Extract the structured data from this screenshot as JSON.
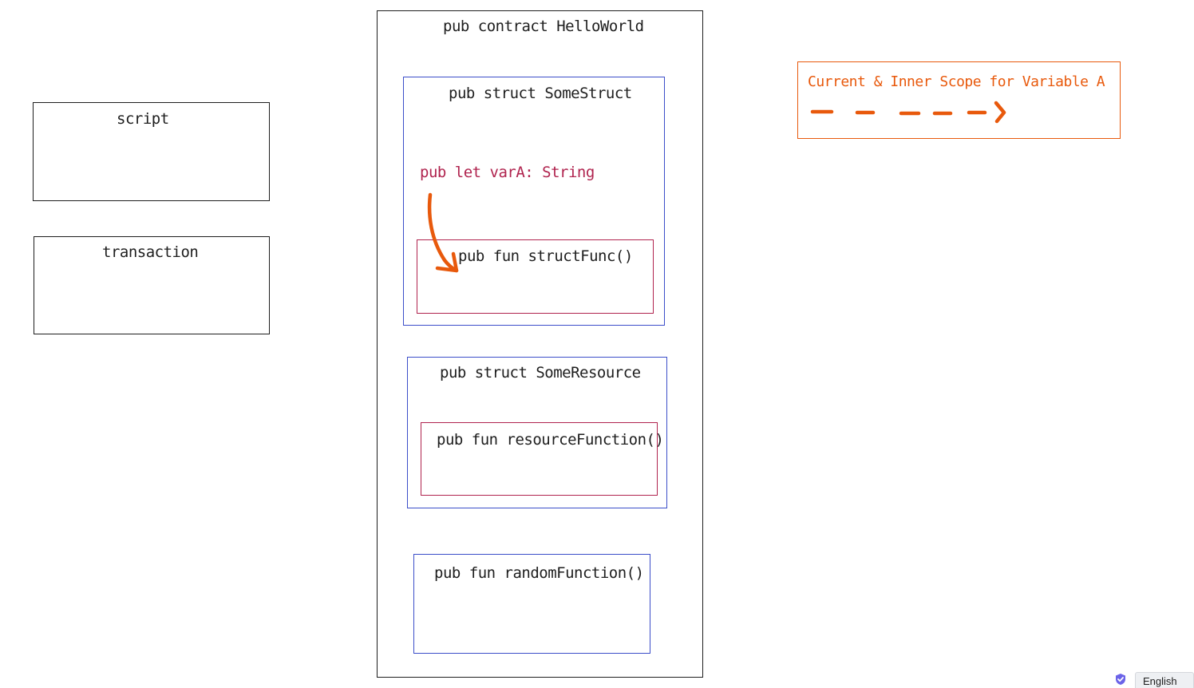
{
  "shapes": {
    "script_label": "script",
    "transaction_label": "transaction",
    "contract_label": "pub contract HelloWorld",
    "some_struct_label": "pub struct SomeStruct",
    "var_a_label": "pub let varA: String",
    "struct_func_label": "pub fun structFunc()",
    "some_resource_label": "pub struct SomeResource",
    "resource_function_label": "pub fun resourceFunction()",
    "random_function_label": "pub fun randomFunction()"
  },
  "legend": {
    "text": "Current & Inner Scope for Variable A"
  },
  "footer": {
    "language_label": "English"
  },
  "colors": {
    "black": "#1e1e1e",
    "blue": "#3b4ec9",
    "crimson": "#b0234e",
    "orange": "#e8590c"
  },
  "icons": {
    "scope_arrow": "curved-arrow",
    "legend_arrow": "dashed-arrow",
    "language_shield": "shield-check-icon"
  }
}
